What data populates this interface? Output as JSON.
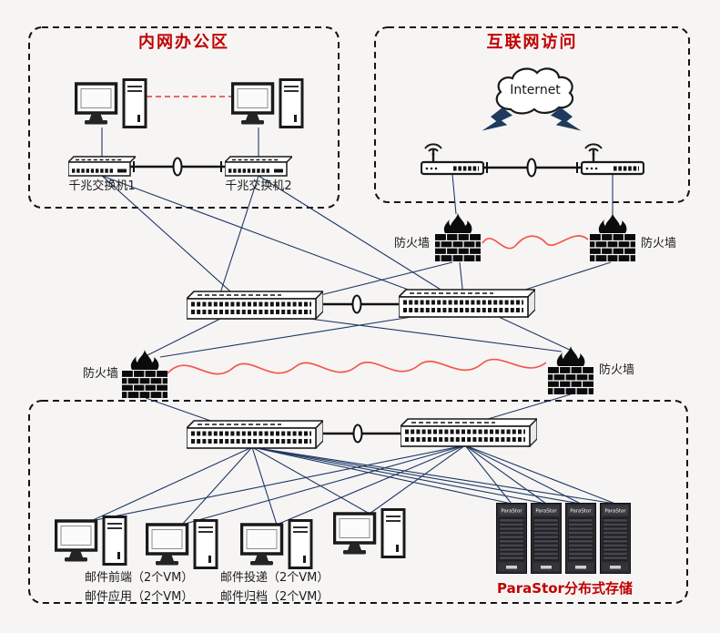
{
  "colors": {
    "background": "#f6f5f4",
    "accent_red": "#c00000",
    "line_navy": "#1f3864",
    "wave_red": "#f4564c"
  },
  "zones": {
    "intranet": {
      "title": "内网办公区"
    },
    "internet": {
      "title": "互联网访问"
    },
    "storage": {
      "title": "ParaStor分布式存储"
    }
  },
  "labels": {
    "internet_cloud": "Internet",
    "gig_switch_1": "千兆交换机1",
    "gig_switch_2": "千兆交换机2",
    "firewall": "防火墙",
    "mail_frontend": "邮件前端（2个VM）",
    "mail_app": "邮件应用（2个VM）",
    "mail_delivery": "邮件投递（2个VM）",
    "mail_archive": "邮件归档（2个VM）",
    "rack": "ParaStor"
  }
}
